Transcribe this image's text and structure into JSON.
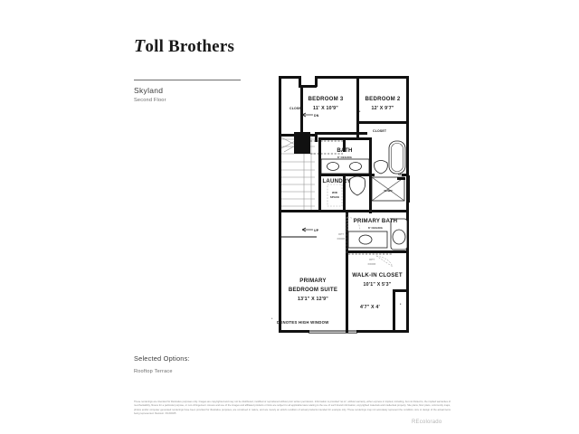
{
  "brand": {
    "name_first": "T",
    "name_rest": "oll Brothers"
  },
  "header": {
    "plan_name": "Skyland",
    "floor": "Second Floor"
  },
  "options": {
    "heading": "Selected Options:",
    "items": [
      "Rooftop Terrace"
    ]
  },
  "footer": {
    "disclaimer": "These renderings are intended for illustrative purposes only. Images are copyrighted and may not be distributed, modified or reproduced without prior written permission. Information is provided \"as is\", without warranty, either express or implied, including, but not limited to, the implied warranties of merchantability, fitness for a particular purpose, or non-infringement. Access and use of the images and affiliated products or links are subject to all applicable laws relating to the use of such brand information, copyrighted materials and intellectual property. Site plans, floor plans, community maps, photos and/or computer generated renderings have been provided for illustrative purposes, are construed in nature, and are merely an artist's rendition of actual products intended for example only. These renderings may not accurately represent the condition, size or design of the actual items being represented. Revision: 3/13/2025",
    "attribution": "REcolorado"
  },
  "floorplan": {
    "rooms": [
      {
        "name": "BEDROOM 3",
        "dim": "11' X 10'9\""
      },
      {
        "name": "BEDROOM 2",
        "dim": "12' X 9'7\""
      },
      {
        "name": "PRIMARY",
        "dim": ""
      },
      {
        "name": "BEDROOM SUITE",
        "dim": "13'1\" X 12'9\""
      },
      {
        "name": "WALK-IN CLOSET",
        "dim": "10'1\" X 5'3\""
      },
      {
        "name": "PRIMARY BATH",
        "dim": "8' CEILING"
      },
      {
        "name": "BATH",
        "dim": "8' CEILING"
      },
      {
        "name": "LAUNDRY",
        "dim": ""
      }
    ],
    "labels": {
      "bedroom3": "BEDROOM 3",
      "bedroom3_dim": "11' X 10'9\"",
      "bedroom2": "BEDROOM 2",
      "bedroom2_dim": "12' X 9'7\"",
      "primary_line1": "PRIMARY",
      "primary_line2": "BEDROOM SUITE",
      "primary_dim": "13'1\" X 12'9\"",
      "walkin": "WALK-IN CLOSET",
      "walkin_dim": "10'1\" X 5'3\"",
      "nook_dim": "4'7\" X 4'",
      "primary_bath": "PRIMARY BATH",
      "primary_bath_ceiling": "8' CEILING",
      "bath": "BATH",
      "bath_ceiling": "8' CEILING",
      "laundry": "LAUNDRY",
      "closet_left": "CLOSET",
      "closet_right": "CLOSET",
      "wd_line1": "W/D",
      "wd_line2": "SPACE",
      "shwr": "SHWR",
      "seat": "SEAT",
      "opt_door_1_line1": "OPT",
      "opt_door_1_line2": "DOOR",
      "opt_door_2_line1": "OPT",
      "opt_door_2_line2": "DOOR",
      "stairs_dn": "DN",
      "stairs_up": "UP",
      "high_window_note": "DENOTES HIGH WINDOW",
      "high_window_mark": "*"
    }
  }
}
